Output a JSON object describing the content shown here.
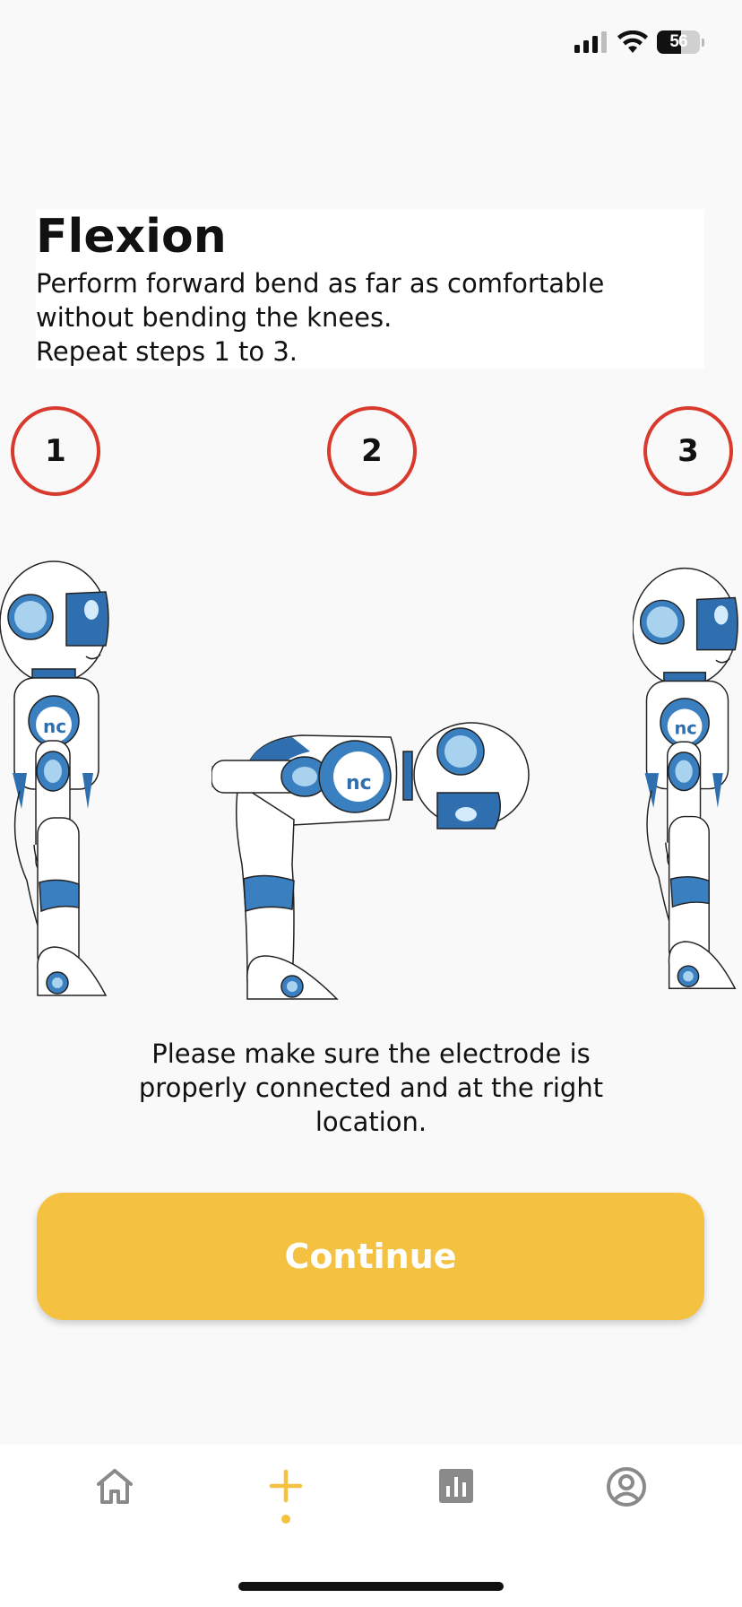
{
  "status_bar": {
    "battery_percent": "56",
    "battery_level": 0.56,
    "signal_icon": "cellular-signal-icon",
    "wifi_icon": "wifi-icon"
  },
  "exercise": {
    "title": "Flexion",
    "description": "Perform forward bend as far as comfortable without bending the knees.\nRepeat steps 1 to 3."
  },
  "steps": [
    {
      "number": "1",
      "pose": "standing"
    },
    {
      "number": "2",
      "pose": "forward-bend"
    },
    {
      "number": "3",
      "pose": "standing"
    }
  ],
  "note": "Please make sure the electrode is properly connected and at the right location.",
  "continue_label": "Continue",
  "nav": {
    "items": [
      {
        "icon": "home-icon",
        "active": false
      },
      {
        "icon": "plus-icon",
        "active": true
      },
      {
        "icon": "bar-chart-icon",
        "active": false
      },
      {
        "icon": "profile-icon",
        "active": false
      }
    ]
  },
  "colors": {
    "accent": "#f4c140",
    "step_circle": "#d93a2e",
    "robot_blue": "#3a7fc0",
    "robot_light_blue": "#a9d2ee",
    "inactive_icon": "#8a8a8a"
  }
}
